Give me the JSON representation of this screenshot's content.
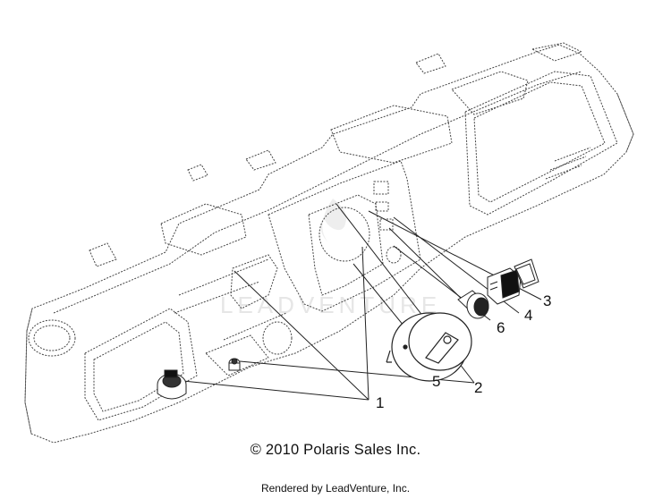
{
  "callouts": [
    {
      "id": "1",
      "label": "1"
    },
    {
      "id": "2",
      "label": "2"
    },
    {
      "id": "3",
      "label": "3"
    },
    {
      "id": "4",
      "label": "4"
    },
    {
      "id": "5",
      "label": "5"
    },
    {
      "id": "6",
      "label": "6"
    }
  ],
  "watermark": "LEADVENTURE",
  "footer": {
    "copyright": "© 2010 Polaris Sales Inc.",
    "rendered_by": "Rendered by LeadVenture, Inc."
  },
  "colors": {
    "line": "#222222",
    "dashed_line": "#444444",
    "watermark": "#e6e6e6",
    "background": "#ffffff"
  }
}
